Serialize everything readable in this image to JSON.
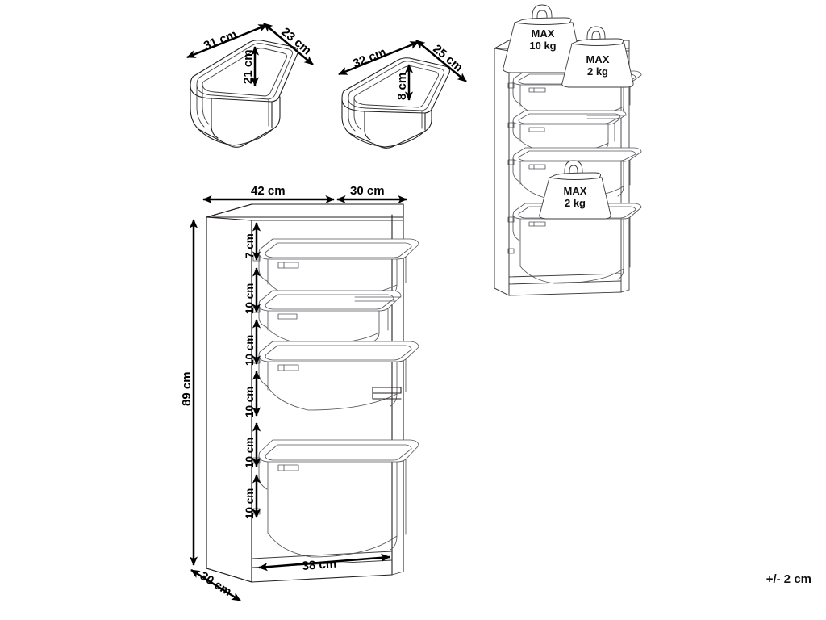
{
  "sheet": {
    "background": "#ffffff",
    "line_color": "#231f20",
    "tolerance_note": "+/- 2 cm"
  },
  "figures": {
    "bin_large": {
      "name": "large-storage-bin",
      "dims": {
        "width": "31 cm",
        "depth": "23 cm",
        "height": "21 cm"
      }
    },
    "bin_small": {
      "name": "small-storage-bin",
      "dims": {
        "width": "32 cm",
        "depth": "25 cm",
        "height": "8 cm"
      }
    },
    "cabinet": {
      "name": "storage-cabinet-dimensioned",
      "dims": {
        "top_width": "42 cm",
        "top_depth": "30 cm",
        "total_height": "89 cm",
        "base_width": "38 cm",
        "base_depth": "30 cm"
      },
      "height_chain": [
        "7 cm",
        "10 cm",
        "10 cm",
        "10 cm",
        "10 cm",
        "10 cm"
      ]
    },
    "load_diagram": {
      "name": "max-load-diagram",
      "weights": [
        {
          "label_line1": "MAX",
          "label_line2": "10 kg",
          "position": "cabinet-top"
        },
        {
          "label_line1": "MAX",
          "label_line2": "2 kg",
          "position": "upper-bin"
        },
        {
          "label_line1": "MAX",
          "label_line2": "2 kg",
          "position": "lower-bin"
        }
      ]
    }
  }
}
